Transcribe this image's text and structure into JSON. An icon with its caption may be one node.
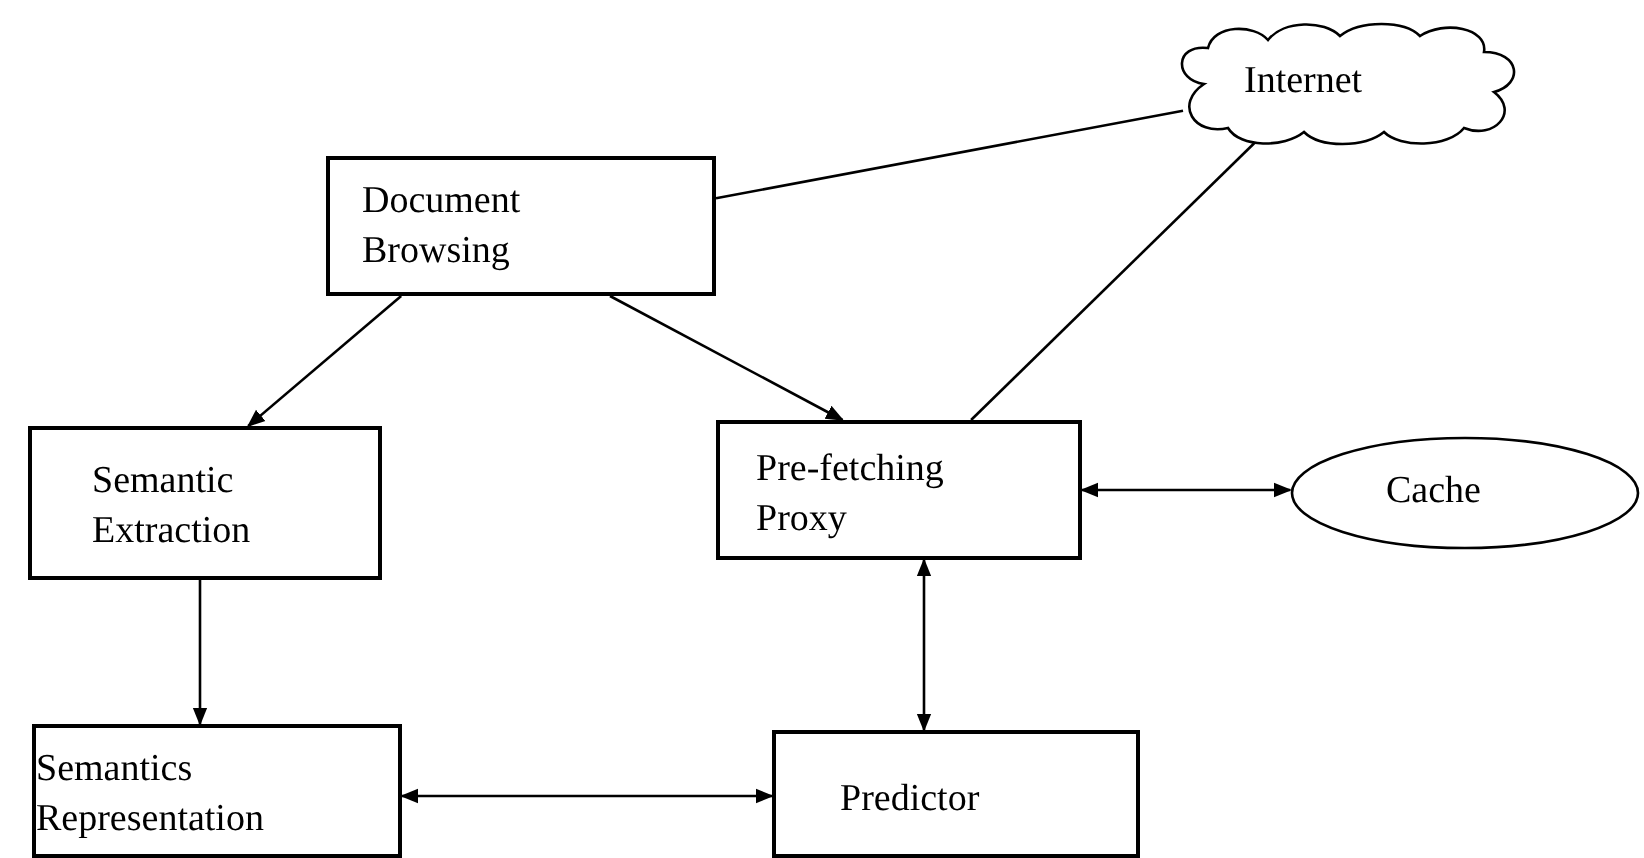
{
  "diagram": {
    "nodes": [
      {
        "text": [
          "Internet"
        ]
      },
      {
        "text": [
          "Document Browsing"
        ]
      },
      {
        "text": [
          "Semantic Extraction"
        ]
      },
      {
        "text": [
          "Pre-fetching Proxy"
        ]
      },
      {
        "text": [
          "Cache"
        ]
      },
      {
        "text": [
          "Semantics Representation"
        ]
      },
      {
        "text": [
          "Predictor"
        ]
      }
    ],
    "edges": [
      {
        "from": 1,
        "to": 0,
        "arrow": "none"
      },
      {
        "from": 3,
        "to": 0,
        "arrow": "none"
      },
      {
        "from": 1,
        "to": 2,
        "arrow": "to"
      },
      {
        "from": 1,
        "to": 3,
        "arrow": "to"
      },
      {
        "from": 3,
        "to": 4,
        "arrow": "both"
      },
      {
        "from": 2,
        "to": 5,
        "arrow": "to"
      },
      {
        "from": 3,
        "to": 6,
        "arrow": "both"
      },
      {
        "from": 5,
        "to": 6,
        "arrow": "both"
      }
    ]
  }
}
